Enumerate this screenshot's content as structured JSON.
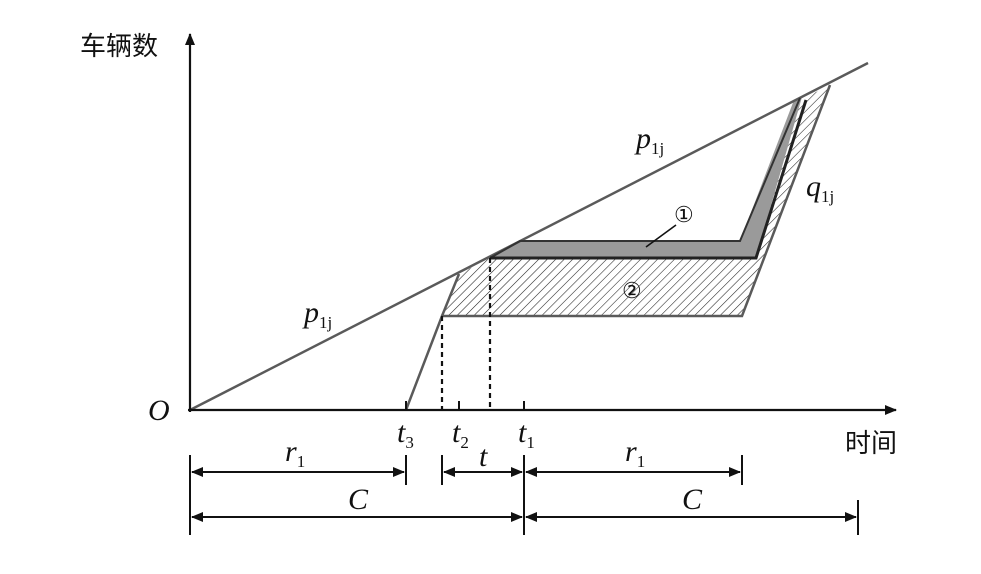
{
  "diagram": {
    "y_axis_title": "车辆数",
    "x_axis_title": "时间",
    "origin": "O",
    "line_upper": {
      "symbol": "p",
      "subscript": "1j"
    },
    "line_lower": {
      "symbol": "p",
      "subscript": "1j"
    },
    "line_discharge": {
      "symbol": "q",
      "subscript": "1j"
    },
    "region_1": "①",
    "region_2": "②",
    "ticks": {
      "t3": {
        "symbol": "t",
        "subscript": "3"
      },
      "t2": {
        "symbol": "t",
        "subscript": "2"
      },
      "t1": {
        "symbol": "t",
        "subscript": "1"
      }
    },
    "intervals": {
      "r1_left": {
        "symbol": "r",
        "subscript": "1"
      },
      "t_mid": {
        "symbol": "t"
      },
      "r1_right": {
        "symbol": "r",
        "subscript": "1"
      },
      "c_left": {
        "symbol": "C"
      },
      "c_right": {
        "symbol": "C"
      }
    },
    "colors": {
      "line": "#5a5a5a",
      "axis": "#111111",
      "region_1_fill": "#9a9a9a",
      "hatch": "#222222"
    }
  }
}
